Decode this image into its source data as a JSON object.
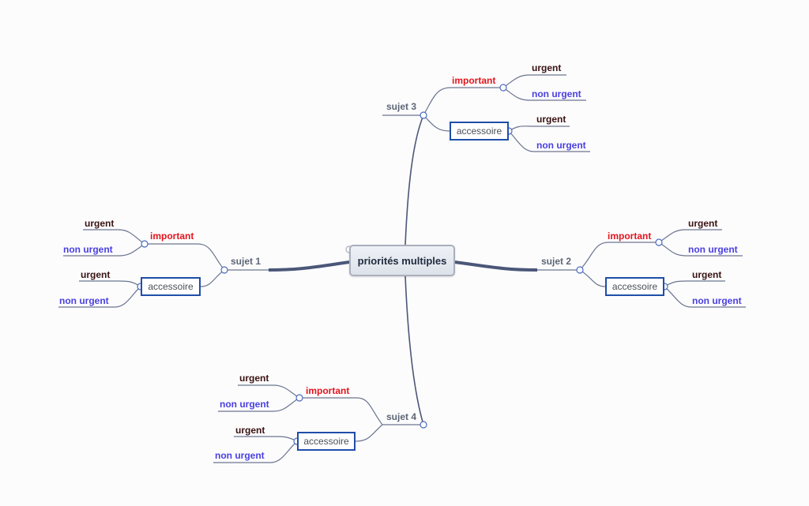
{
  "root": {
    "label": "priorités multiples"
  },
  "branches": {
    "sujet1": {
      "label": "sujet 1",
      "important": "important",
      "accessoire": "accessoire",
      "imp_urgent": "urgent",
      "imp_non_urgent": "non urgent",
      "acc_urgent": "urgent",
      "acc_non_urgent": "non urgent"
    },
    "sujet2": {
      "label": "sujet 2",
      "important": "important",
      "accessoire": "accessoire",
      "imp_urgent": "urgent",
      "imp_non_urgent": "non urgent",
      "acc_urgent": "urgent",
      "acc_non_urgent": "non urgent"
    },
    "sujet3": {
      "label": "sujet 3",
      "important": "important",
      "accessoire": "accessoire",
      "imp_urgent": "urgent",
      "imp_non_urgent": "non urgent",
      "acc_urgent": "urgent",
      "acc_non_urgent": "non urgent"
    },
    "sujet4": {
      "label": "sujet 4",
      "important": "important",
      "accessoire": "accessoire",
      "imp_urgent": "urgent",
      "imp_non_urgent": "non urgent",
      "acc_urgent": "urgent",
      "acc_non_urgent": "non urgent"
    }
  },
  "colors": {
    "line": "#5b6a8c",
    "important": "#e3151c",
    "urgent": "#3a1212",
    "non_urgent": "#4a40e0",
    "accessoire_border": "#1f4ea8"
  }
}
